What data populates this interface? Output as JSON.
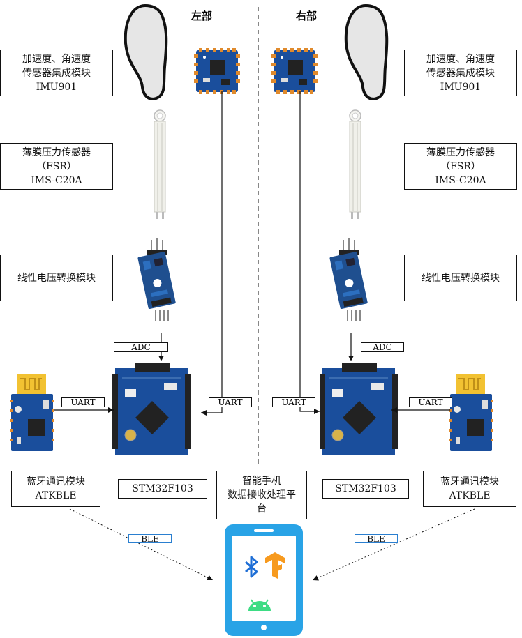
{
  "headers": {
    "left": "左部",
    "right": "右部"
  },
  "left": {
    "imu": {
      "line1": "加速度、角速度",
      "line2": "传感器集成模块",
      "line3": "IMU901"
    },
    "fsr": {
      "line1": "薄膜压力传感器",
      "line2": "（FSR）",
      "line3": "IMS-C20A"
    },
    "converter": "线性电压转换模块",
    "adc_label": "ADC",
    "uart_left": "UART",
    "uart_right": "UART",
    "bluetooth": {
      "line1": "蓝牙通讯模块",
      "line2": "ATKBLE"
    },
    "mcu": "STM32F103",
    "ble_label": "BLE"
  },
  "right": {
    "imu": {
      "line1": "加速度、角速度",
      "line2": "传感器集成模块",
      "line3": "IMU901"
    },
    "fsr": {
      "line1": "薄膜压力传感器",
      "line2": "（FSR）",
      "line3": "IMS-C20A"
    },
    "converter": "线性电压转换模块",
    "adc_label": "ADC",
    "uart_left": "UART",
    "uart_right": "UART",
    "bluetooth": {
      "line1": "蓝牙通讯模块",
      "line2": "ATKBLE"
    },
    "mcu": "STM32F103",
    "ble_label": "BLE"
  },
  "phone": {
    "line1": "智能手机",
    "line2": "数据接收处理平",
    "line3": "台"
  },
  "icons": [
    "footprint-icon",
    "imu-board-icon",
    "fsr-sensor-icon",
    "voltage-module-icon",
    "stm32-board-icon",
    "bluetooth-module-icon",
    "smartphone-icon",
    "bluetooth-icon",
    "tensorflow-icon",
    "android-icon"
  ],
  "colors": {
    "board_blue": "#1a4e9c",
    "phone_blue": "#29a3e6",
    "bluetooth": "#1f6fd6",
    "tensorflow": "#f79a1e",
    "android": "#3ddc84",
    "ble_border": "#2a7fd0"
  }
}
